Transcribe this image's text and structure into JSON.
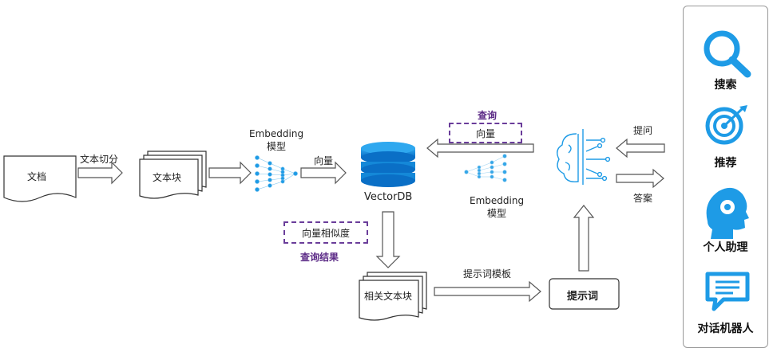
{
  "diagram": {
    "doc_label": "文档",
    "split_label": "文本切分",
    "chunk_label": "文本块",
    "embedding_top_label": "Embedding\n模型",
    "vector_label_left": "向量",
    "db_label": "VectorDB",
    "query_label": "查询",
    "vector_label_top": "向量",
    "embedding_right_label": "Embedding\n模型",
    "ask_label": "提问",
    "answer_label": "答案",
    "similarity_label": "向量相似度",
    "query_result_label": "查询结果",
    "related_chunks_label": "相关文本块",
    "prompt_template_label": "提示词模板",
    "prompt_label": "提示词"
  },
  "sidebar": {
    "items": [
      {
        "label": "搜索",
        "icon": "search-icon"
      },
      {
        "label": "推荐",
        "icon": "target-icon"
      },
      {
        "label": "个人助理",
        "icon": "head-gear-icon"
      },
      {
        "label": "对话机器人",
        "icon": "chat-icon"
      }
    ]
  },
  "colors": {
    "accent_blue": "#1e9be6",
    "purple": "#6a3d9a",
    "arrow_stroke": "#555555"
  }
}
